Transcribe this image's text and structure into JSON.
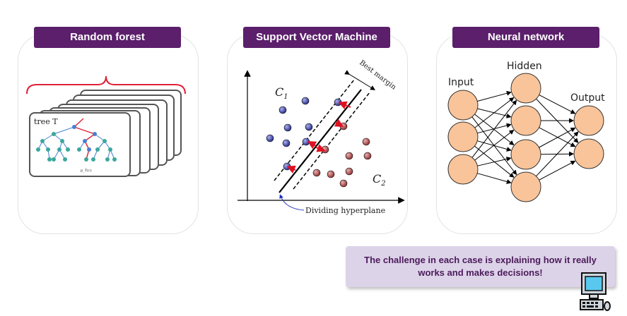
{
  "panels": {
    "random_forest": {
      "title": "Random forest",
      "tree_label": "tree T",
      "leaf_label": "p_T(c)"
    },
    "svm": {
      "title": "Support Vector Machine",
      "class1": "C1",
      "class2": "C2",
      "margin_label": "Best margin",
      "hyperplane_label": "Dividing hyperplane"
    },
    "neural_net": {
      "title": "Neural network",
      "input_label": "Input",
      "hidden_label": "Hidden",
      "output_label": "Output"
    }
  },
  "note": {
    "text": "The challenge in each case is explaining how it really works and makes decisions!"
  },
  "icons": {
    "computer": "computer-icon"
  },
  "colors": {
    "title_bg": "#5b1f6b",
    "note_bg": "#ddd3e9",
    "neuron": "#f9c49a",
    "class1_point": "#2c2f8c",
    "class2_point": "#9b3b3b",
    "arrow": "#e01020"
  }
}
